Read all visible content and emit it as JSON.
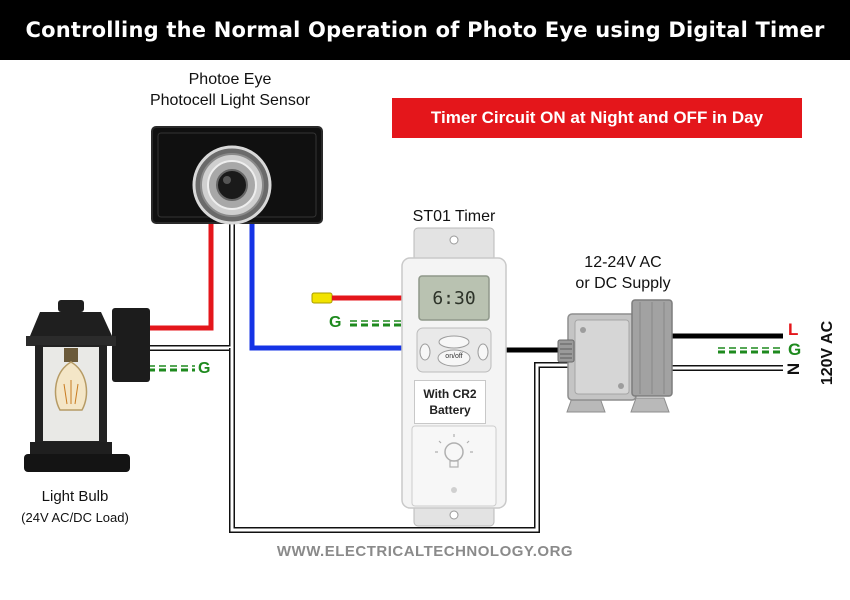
{
  "title": "Controlling the Normal Operation of Photo Eye using Digital Timer",
  "badge": "Timer Circuit ON at Night and OFF in Day",
  "photo_eye": {
    "line1": "Photoe Eye",
    "line2": "Photocell Light Sensor"
  },
  "timer": {
    "label": "ST01 Timer",
    "display": "6:30",
    "button_on": "on/off",
    "battery_line1": "With CR2",
    "battery_line2": "Battery"
  },
  "supply": {
    "line1": "12-24V AC",
    "line2": "or DC Supply"
  },
  "mains": {
    "l": "L",
    "g": "G",
    "n": "N",
    "voltage": "120V AC"
  },
  "bulb": {
    "line1": "Light Bulb",
    "line2": "(24V AC/DC Load)"
  },
  "ground_label": "G",
  "website": "WWW.ELECTRICALTECHNOLOGY.ORG",
  "colors": {
    "title_bg": "#000000",
    "badge_bg": "#e4161b",
    "live_wire": "#e4161b",
    "neutral_wire": "#1433e6",
    "ground_wire": "#1e8a1e"
  }
}
